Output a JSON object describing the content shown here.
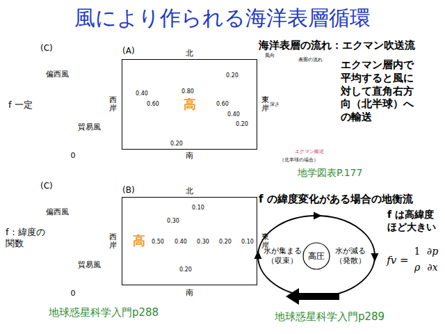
{
  "diagram": {
    "title": "風により作られる海洋表層循環",
    "nodes": [
      {
        "text": [
          "高"
        ]
      },
      {
        "text": [
          "高"
        ]
      },
      {
        "text": [
          "水が集まる（収束）"
        ]
      },
      {
        "text": [
          "高圧"
        ]
      },
      {
        "text": [
          "水が減る（発散）"
        ]
      }
    ],
    "labels": [
      "(C)",
      "(A)",
      "f 一定",
      "偏西風",
      "貿易風",
      "0",
      "北",
      "西岸",
      "東岸",
      "南",
      "0.20",
      "0.40",
      "0.60",
      "0.80",
      "0.60",
      "0.40",
      "0.20",
      "0.20",
      "(C)",
      "(B)",
      "f：緯度の関数",
      "偏西風",
      "貿易風",
      "0",
      "北",
      "西岸",
      "東岸",
      "南",
      "0.10",
      "0.30",
      "0.50",
      "0.40",
      "0.30",
      "0.20",
      "0.10",
      "0.20",
      "地球惑星科学入門p288",
      "海洋表層の流れ：エクマン吹送流",
      "エクマン層内で平均すると風に対して直角右方向（北半球）への輸送",
      "風向",
      "表面の流れ",
      "深さ",
      "エクマン輸送",
      "（北半球の場合）",
      "地学図表P.177",
      "f の緯度変化がある場合の地衡流",
      "f は高緯度ほど大きい",
      "fv =",
      "1",
      "ρ",
      "∂p",
      "∂x",
      "地球惑星科学入門p289"
    ]
  }
}
